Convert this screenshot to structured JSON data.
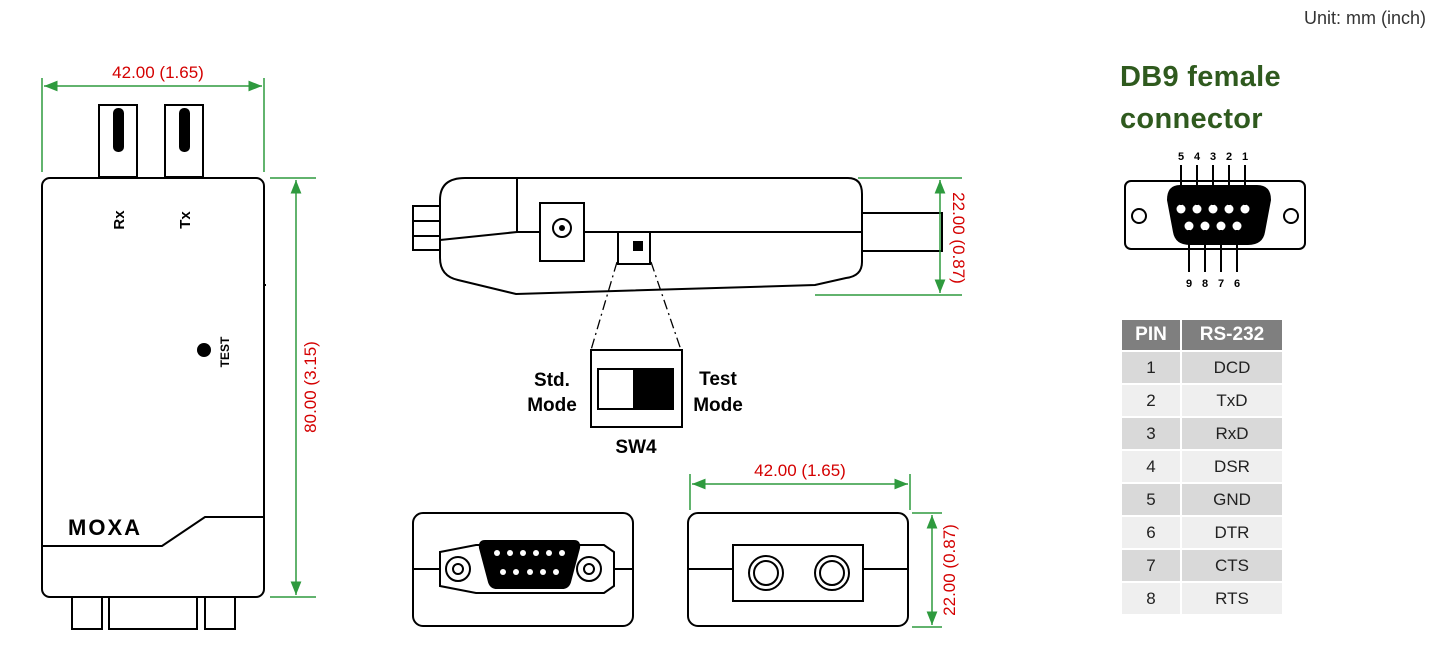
{
  "unit_label": "Unit: mm (inch)",
  "top_view": {
    "width_dim": "42.00 (1.65)",
    "height_dim": "80.00 (3.15)",
    "rx_label": "Rx",
    "tx_label": "Tx",
    "test_label": "TEST",
    "brand": "MOXA"
  },
  "side_view": {
    "height_dim": "22.00 (0.87)",
    "switch_left": "Std.",
    "switch_left2": "Mode",
    "switch_right": "Test",
    "switch_right2": "Mode",
    "switch_name": "SW4"
  },
  "end_view": {
    "width_dim": "42.00 (1.65)",
    "height_dim": "22.00 (0.87)"
  },
  "connector": {
    "title_line1": "DB9 female",
    "title_line2": "connector",
    "top_pins": [
      "5",
      "4",
      "3",
      "2",
      "1"
    ],
    "bottom_pins": [
      "9",
      "8",
      "7",
      "6"
    ]
  },
  "pin_table": {
    "headers": [
      "PIN",
      "RS-232"
    ],
    "rows": [
      {
        "pin": "1",
        "signal": "DCD"
      },
      {
        "pin": "2",
        "signal": "TxD"
      },
      {
        "pin": "3",
        "signal": "RxD"
      },
      {
        "pin": "4",
        "signal": "DSR"
      },
      {
        "pin": "5",
        "signal": "GND"
      },
      {
        "pin": "6",
        "signal": "DTR"
      },
      {
        "pin": "7",
        "signal": "CTS"
      },
      {
        "pin": "8",
        "signal": "RTS"
      }
    ]
  },
  "colors": {
    "dimension_text": "#d40000",
    "dimension_line": "#2e9a3e",
    "title": "#2f5a1e",
    "table_header": "#7f7f7f"
  }
}
